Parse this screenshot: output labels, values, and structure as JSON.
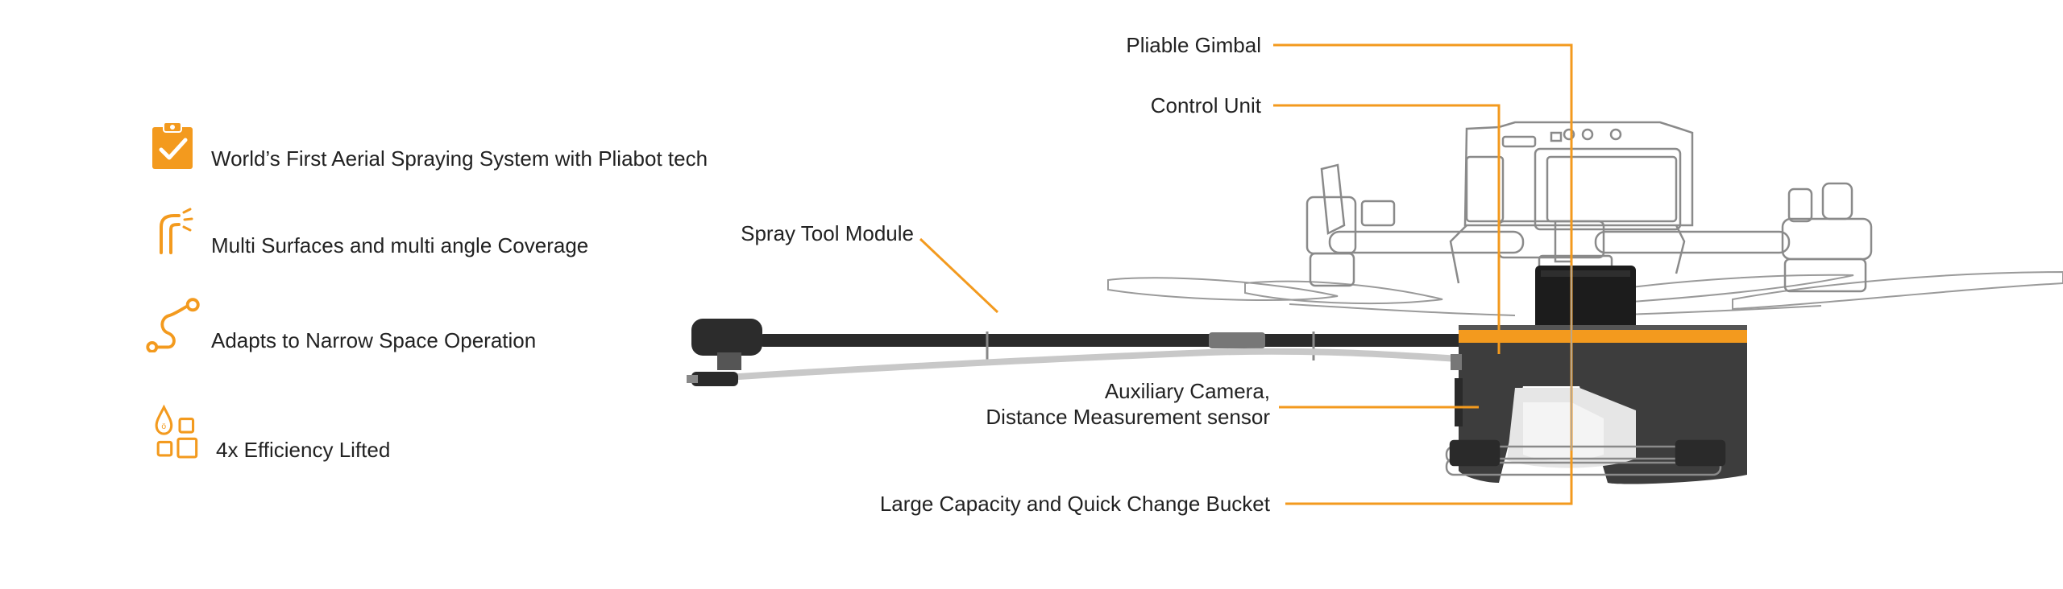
{
  "colors": {
    "accent": "#F39A1E",
    "text": "#222222",
    "line_art": "#8a8a8a",
    "module_body": "#3a3a3a"
  },
  "features": [
    {
      "icon": "clipboard-check-icon",
      "text": "World’s First Aerial Spraying System with Pliabot tech"
    },
    {
      "icon": "spray-nozzle-icon",
      "text": "Multi Surfaces and multi angle Coverage"
    },
    {
      "icon": "winding-path-icon",
      "text": "Adapts to Narrow Space Operation"
    },
    {
      "icon": "droplet-squares-icon",
      "text": "4x Efficiency Lifted"
    }
  ],
  "callouts": {
    "gimbal": "Pliable Gimbal",
    "control": "Control Unit",
    "spray": "Spray Tool Module",
    "camera_line1": "Auxiliary Camera,",
    "camera_line2": "Distance Measurement sensor",
    "bucket": "Large Capacity and Quick Change Bucket"
  }
}
